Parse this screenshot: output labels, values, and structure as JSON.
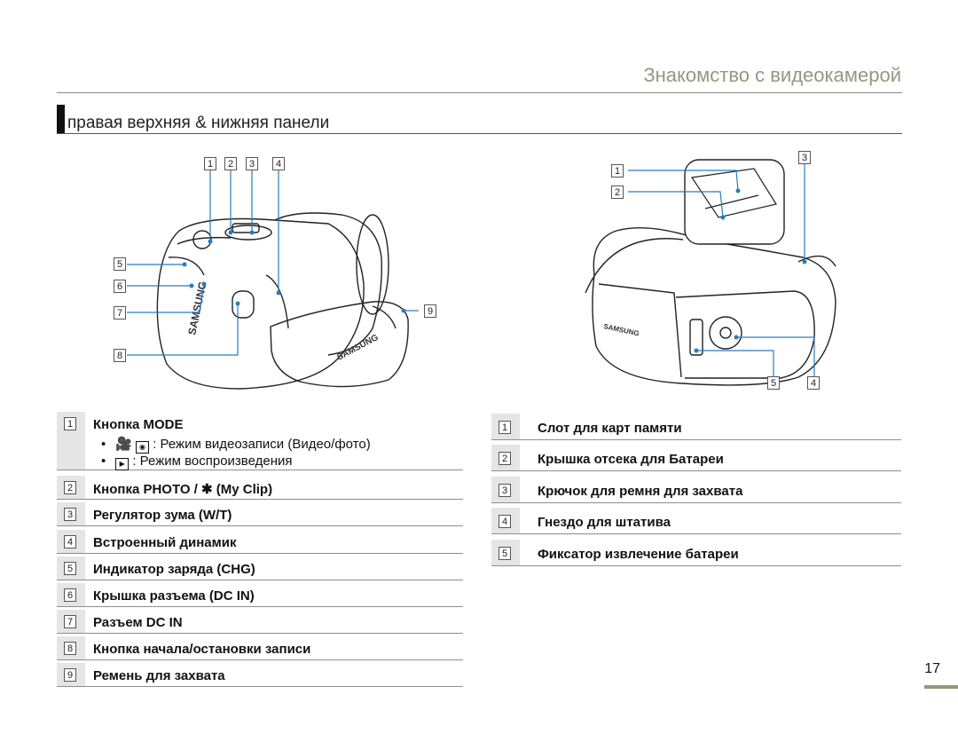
{
  "header": {
    "title": "Знакомство с видеокамерой"
  },
  "section": {
    "title": "правая верхняя & нижняя панели"
  },
  "left_figure": {
    "callouts": [
      "1",
      "2",
      "3",
      "4",
      "5",
      "6",
      "7",
      "8",
      "9"
    ],
    "brand_body": "SAMSUNG",
    "brand_strap": "SAMSUNG"
  },
  "right_figure": {
    "callouts": [
      "1",
      "2",
      "3",
      "5",
      "4"
    ],
    "brand": "SAMSUNG"
  },
  "left_list": [
    {
      "num": "1",
      "label": "Кнопка MODE",
      "subitems": [
        {
          "bullet": "•",
          "icon": "camera-photo",
          "text": ": Режим видеозаписи (Видео/фото)"
        },
        {
          "bullet": "•",
          "icon": "playback",
          "text": ": Режим воспроизведения"
        }
      ]
    },
    {
      "num": "2",
      "label": "Кнопка PHOTO / ✱ (My Clip)"
    },
    {
      "num": "3",
      "label": "Регулятор зума (W/T)"
    },
    {
      "num": "4",
      "label": "Встроенный динамик"
    },
    {
      "num": "5",
      "label": "Индикатор заряда (CHG)"
    },
    {
      "num": "6",
      "label": "Крышка разъема (DC IN)"
    },
    {
      "num": "7",
      "label": "Разъем DC IN"
    },
    {
      "num": "8",
      "label": "Кнопка начала/остановки записи"
    },
    {
      "num": "9",
      "label": "Ремень для захвата"
    }
  ],
  "right_list": [
    {
      "num": "1",
      "label": "Слот для карт памяти"
    },
    {
      "num": "2",
      "label": "Крышка отсека для Батареи"
    },
    {
      "num": "3",
      "label": "Крючок для ремня для захвата"
    },
    {
      "num": "4",
      "label": "Гнездо для штатива"
    },
    {
      "num": "5",
      "label": "Фиксатор извлечение батареи"
    }
  ],
  "footer": {
    "page_number": "17"
  },
  "colors": {
    "accent": "#8d9b7e",
    "callout_line": "#2a7bbf",
    "cell_bg": "#e5e5e5"
  }
}
